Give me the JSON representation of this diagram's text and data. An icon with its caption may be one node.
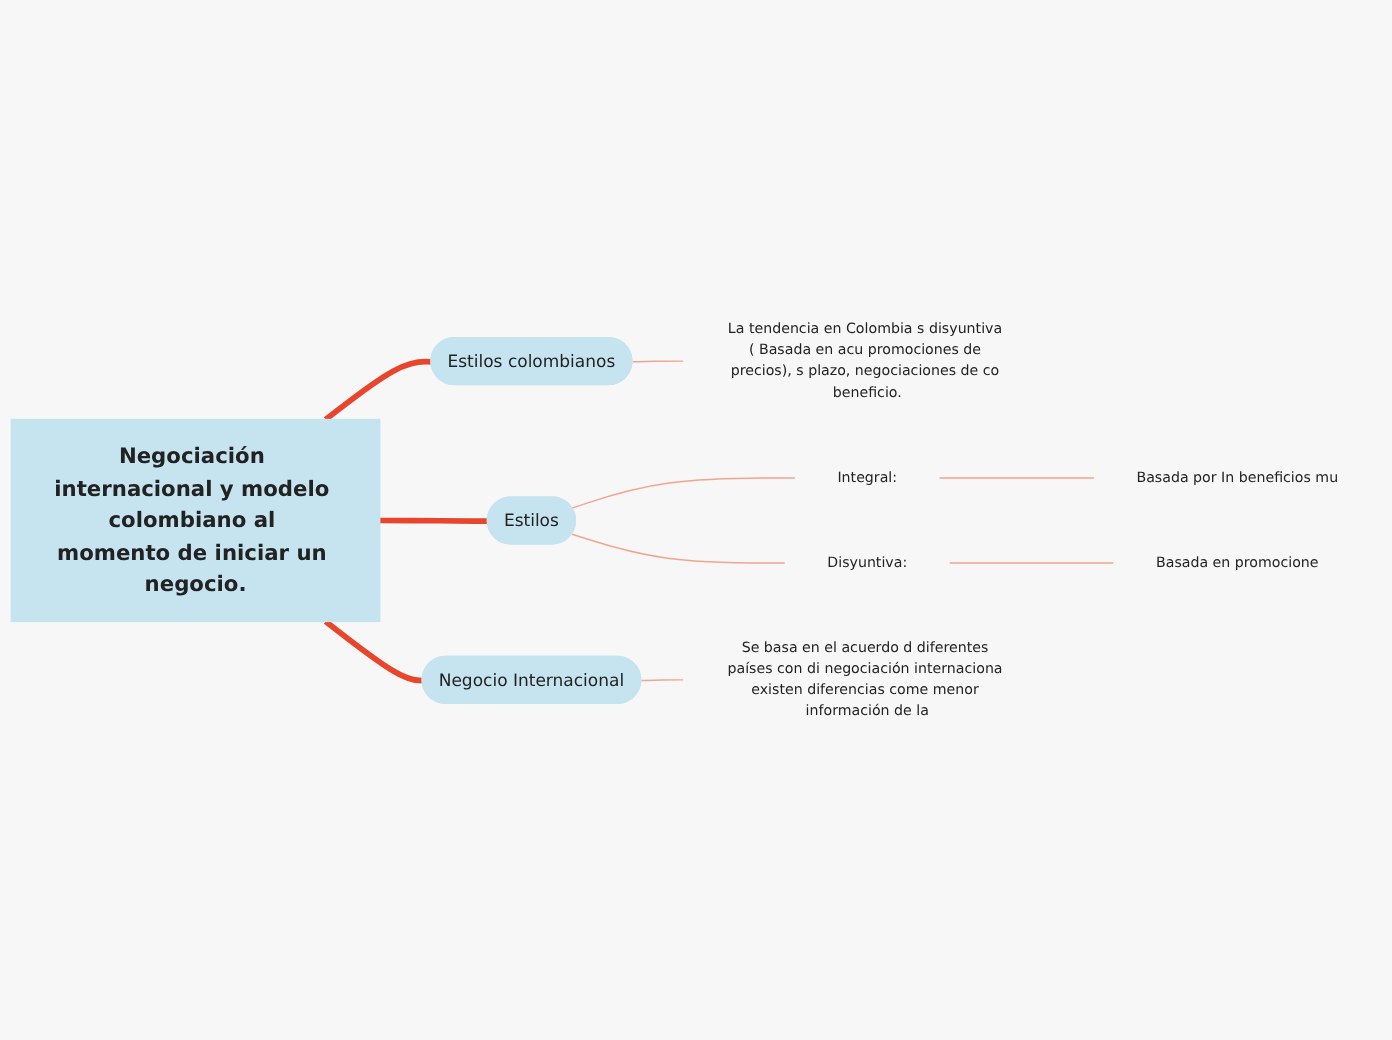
{
  "diagram": {
    "nodes": [
      {
        "text": [
          "Negociación internacional y modelo colombiano al momento de iniciar un negocio."
        ]
      },
      {
        "text": [
          "Estilos colombianos"
        ]
      },
      {
        "text": [
          "La tendencia en Colombia s disyuntiva ( Basada en acu promociones de precios), s plazo, negociaciones de co beneficio."
        ]
      },
      {
        "text": [
          "Estilos"
        ]
      },
      {
        "text": [
          "Integral:"
        ]
      },
      {
        "text": [
          "Basada por In beneficios mu"
        ]
      },
      {
        "text": [
          "Disyuntiva:"
        ]
      },
      {
        "text": [
          "Basada en promocione"
        ]
      },
      {
        "text": [
          "Negocio Internacional"
        ]
      },
      {
        "text": [
          "Se basa en el acuerdo d diferentes países con di negociación internaciona existen diferencias come menor información de la"
        ]
      }
    ],
    "edges": [
      {
        "from": 0,
        "to": 1,
        "arrow": "none",
        "style": "thick",
        "color": "#e8452c"
      },
      {
        "from": 1,
        "to": 2,
        "arrow": "none"
      },
      {
        "from": 0,
        "to": 3,
        "arrow": "none",
        "style": "thick",
        "color": "#e8452c"
      },
      {
        "from": 3,
        "to": 4,
        "arrow": "none"
      },
      {
        "from": 4,
        "to": 5,
        "arrow": "none"
      },
      {
        "from": 3,
        "to": 6,
        "arrow": "none"
      },
      {
        "from": 6,
        "to": 7,
        "arrow": "none"
      },
      {
        "from": 0,
        "to": 8,
        "arrow": "none",
        "style": "thick",
        "color": "#e8452c"
      },
      {
        "from": 8,
        "to": 9,
        "arrow": "none"
      }
    ]
  }
}
